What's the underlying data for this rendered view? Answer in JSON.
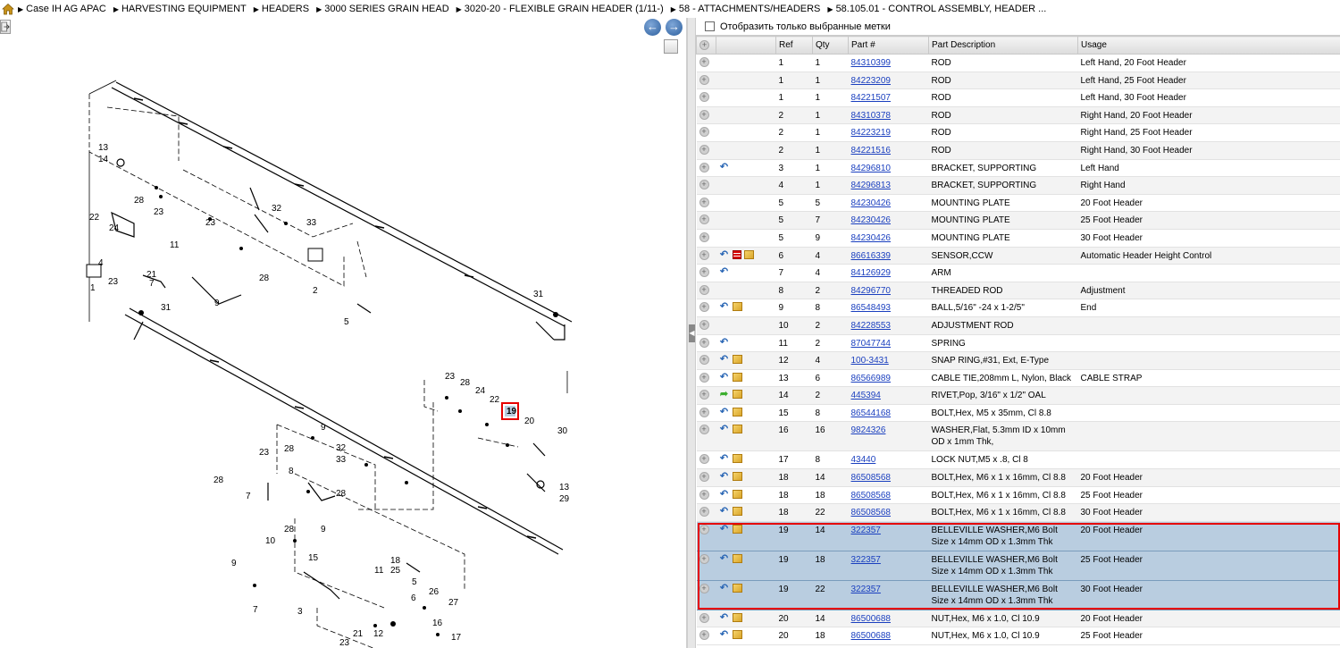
{
  "breadcrumb": [
    "Case IH AG APAC",
    "HARVESTING EQUIPMENT",
    "HEADERS",
    "3000 SERIES GRAIN HEAD",
    "3020-20 - FLEXIBLE GRAIN HEADER (1/11-)",
    "58 - ATTACHMENTS/HEADERS",
    "58.105.01 - CONTROL ASSEMBLY, HEADER ..."
  ],
  "filter": {
    "label": "Отобразить только выбранные метки",
    "checked": false
  },
  "columns": [
    "Ref",
    "Qty",
    "Part #",
    "Part Description",
    "Usage"
  ],
  "rows": [
    {
      "ref": "1",
      "qty": "1",
      "part": "84310399",
      "desc": "ROD",
      "usage": "Left Hand, 20 Foot Header",
      "icons": []
    },
    {
      "ref": "1",
      "qty": "1",
      "part": "84223209",
      "desc": "ROD",
      "usage": "Left Hand, 25 Foot Header",
      "icons": []
    },
    {
      "ref": "1",
      "qty": "1",
      "part": "84221507",
      "desc": "ROD",
      "usage": "Left Hand, 30 Foot Header",
      "icons": []
    },
    {
      "ref": "2",
      "qty": "1",
      "part": "84310378",
      "desc": "ROD",
      "usage": "Right Hand, 20 Foot Header",
      "icons": []
    },
    {
      "ref": "2",
      "qty": "1",
      "part": "84223219",
      "desc": "ROD",
      "usage": "Right Hand, 25 Foot Header",
      "icons": []
    },
    {
      "ref": "2",
      "qty": "1",
      "part": "84221516",
      "desc": "ROD",
      "usage": "Right Hand, 30 Foot Header",
      "icons": []
    },
    {
      "ref": "3",
      "qty": "1",
      "part": "84296810",
      "desc": "BRACKET, SUPPORTING",
      "usage": "Left Hand",
      "icons": [
        "back"
      ]
    },
    {
      "ref": "4",
      "qty": "1",
      "part": "84296813",
      "desc": "BRACKET, SUPPORTING",
      "usage": "Right Hand",
      "icons": []
    },
    {
      "ref": "5",
      "qty": "5",
      "part": "84230426",
      "desc": "MOUNTING PLATE",
      "usage": "20 Foot Header",
      "icons": []
    },
    {
      "ref": "5",
      "qty": "7",
      "part": "84230426",
      "desc": "MOUNTING PLATE",
      "usage": "25 Foot Header",
      "icons": []
    },
    {
      "ref": "5",
      "qty": "9",
      "part": "84230426",
      "desc": "MOUNTING PLATE",
      "usage": "30 Foot Header",
      "icons": []
    },
    {
      "ref": "6",
      "qty": "4",
      "part": "86616339",
      "desc": "SENSOR,CCW",
      "usage": "Automatic Header Height Control",
      "icons": [
        "back",
        "doc",
        "box"
      ]
    },
    {
      "ref": "7",
      "qty": "4",
      "part": "84126929",
      "desc": "ARM",
      "usage": "",
      "icons": [
        "back"
      ]
    },
    {
      "ref": "8",
      "qty": "2",
      "part": "84296770",
      "desc": "THREADED ROD",
      "usage": "Adjustment",
      "icons": []
    },
    {
      "ref": "9",
      "qty": "8",
      "part": "86548493",
      "desc": "BALL,5/16\" -24 x 1-2/5\"",
      "usage": "End",
      "icons": [
        "back",
        "box"
      ]
    },
    {
      "ref": "10",
      "qty": "2",
      "part": "84228553",
      "desc": "ADJUSTMENT ROD",
      "usage": "",
      "icons": []
    },
    {
      "ref": "11",
      "qty": "2",
      "part": "87047744",
      "desc": "SPRING",
      "usage": "",
      "icons": [
        "back"
      ]
    },
    {
      "ref": "12",
      "qty": "4",
      "part": "100-3431",
      "desc": "SNAP RING,#31, Ext, E-Type",
      "usage": "",
      "icons": [
        "back",
        "box"
      ]
    },
    {
      "ref": "13",
      "qty": "6",
      "part": "86566989",
      "desc": "CABLE TIE,208mm L, Nylon, Black",
      "usage": "CABLE STRAP",
      "icons": [
        "back",
        "box"
      ]
    },
    {
      "ref": "14",
      "qty": "2",
      "part": "445394",
      "desc": "RIVET,Pop, 3/16\" x 1/2\" OAL",
      "usage": "",
      "icons": [
        "green",
        "box"
      ]
    },
    {
      "ref": "15",
      "qty": "8",
      "part": "86544168",
      "desc": "BOLT,Hex, M5 x 35mm, Cl 8.8",
      "usage": "",
      "icons": [
        "back",
        "box"
      ]
    },
    {
      "ref": "16",
      "qty": "16",
      "part": "9824326",
      "desc": "WASHER,Flat, 5.3mm ID x 10mm OD x 1mm Thk,",
      "usage": "",
      "icons": [
        "back",
        "box"
      ],
      "tall": true
    },
    {
      "ref": "17",
      "qty": "8",
      "part": "43440",
      "desc": "LOCK NUT,M5 x .8, Cl 8",
      "usage": "",
      "icons": [
        "back",
        "box"
      ]
    },
    {
      "ref": "18",
      "qty": "14",
      "part": "86508568",
      "desc": "BOLT,Hex, M6 x 1 x 16mm, Cl 8.8",
      "usage": "20 Foot Header",
      "icons": [
        "back",
        "box"
      ]
    },
    {
      "ref": "18",
      "qty": "18",
      "part": "86508568",
      "desc": "BOLT,Hex, M6 x 1 x 16mm, Cl 8.8",
      "usage": "25 Foot Header",
      "icons": [
        "back",
        "box"
      ]
    },
    {
      "ref": "18",
      "qty": "22",
      "part": "86508568",
      "desc": "BOLT,Hex, M6 x 1 x 16mm, Cl 8.8",
      "usage": "30 Foot Header",
      "icons": [
        "back",
        "box"
      ]
    },
    {
      "ref": "19",
      "qty": "14",
      "part": "322357",
      "desc": "BELLEVILLE WASHER,M6 Bolt Size x 14mm OD x 1.3mm Thk",
      "usage": "20 Foot Header",
      "icons": [
        "back",
        "box"
      ],
      "tall": true,
      "selected": true
    },
    {
      "ref": "19",
      "qty": "18",
      "part": "322357",
      "desc": "BELLEVILLE WASHER,M6 Bolt Size x 14mm OD x 1.3mm Thk",
      "usage": "25 Foot Header",
      "icons": [
        "back",
        "box"
      ],
      "tall": true,
      "selected": true
    },
    {
      "ref": "19",
      "qty": "22",
      "part": "322357",
      "desc": "BELLEVILLE WASHER,M6 Bolt Size x 14mm OD x 1.3mm Thk",
      "usage": "30 Foot Header",
      "icons": [
        "back",
        "box"
      ],
      "tall": true,
      "selected": true
    },
    {
      "ref": "20",
      "qty": "14",
      "part": "86500688",
      "desc": "NUT,Hex, M6 x 1.0, Cl 10.9",
      "usage": "20 Foot Header",
      "icons": [
        "back",
        "box"
      ]
    },
    {
      "ref": "20",
      "qty": "18",
      "part": "86500688",
      "desc": "NUT,Hex, M6 x 1.0, Cl 10.9",
      "usage": "25 Foot Header",
      "icons": [
        "back",
        "box"
      ]
    }
  ],
  "drawing_labels": [
    "13",
    "14",
    "28",
    "23",
    "22",
    "32",
    "24",
    "23",
    "33",
    "11",
    "4",
    "23",
    "21",
    "7",
    "28",
    "31",
    "9",
    "1",
    "2",
    "5",
    "31",
    "23",
    "28",
    "24",
    "22",
    "19",
    "20",
    "30",
    "13",
    "29",
    "9",
    "28",
    "23",
    "32",
    "33",
    "8",
    "28",
    "7",
    "28",
    "9",
    "10",
    "28",
    "15",
    "9",
    "7",
    "3",
    "18",
    "25",
    "5",
    "11",
    "26",
    "27",
    "6",
    "16",
    "17",
    "21",
    "12",
    "23"
  ],
  "colors": {
    "selected_row": "#b9cde0",
    "highlight": "#e60000",
    "link": "#1a3fbf"
  }
}
